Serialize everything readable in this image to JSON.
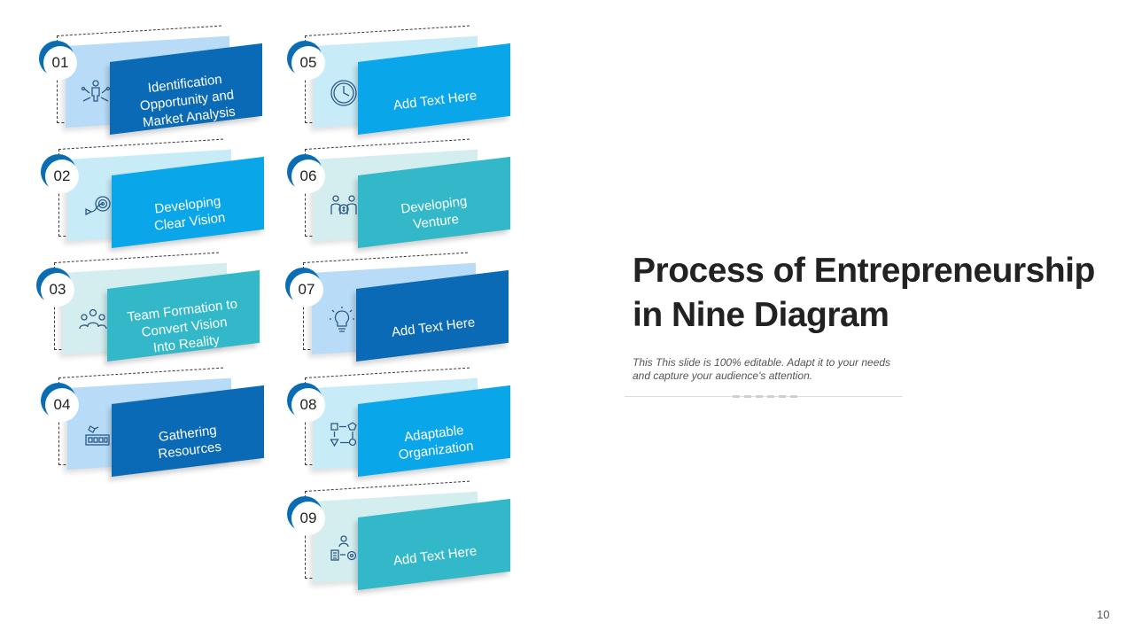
{
  "slide": {
    "title_line1": "Process of Entrepreneurship",
    "title_line2": "in Nine Diagram",
    "subtitle_line1": "This This slide is 100% editable. Adapt it to your needs",
    "subtitle_line2": "and capture your audience's attention.",
    "page_number": "10"
  },
  "colors": {
    "dark_blue": "#0b6ab5",
    "bright_blue": "#0aa6ea",
    "teal": "#33b8c9",
    "light_blue": "#b8dcf8",
    "light_cyan": "#c8ecf7",
    "light_teal": "#d4eef0",
    "badge_arc": "#0a6db4"
  },
  "steps": [
    {
      "number": "01",
      "lines": [
        "Identification",
        "Opportunity and",
        "Market Analysis"
      ],
      "icon": "person-network-icon",
      "front_color": "#0b6ab5",
      "back_color": "#b8dcf8"
    },
    {
      "number": "02",
      "lines": [
        "Developing",
        "Clear Vision"
      ],
      "icon": "target-vision-icon",
      "front_color": "#0aa6ea",
      "back_color": "#c8ecf7"
    },
    {
      "number": "03",
      "lines": [
        "Team Formation to",
        "Convert Vision",
        "Into Reality"
      ],
      "icon": "team-icon",
      "front_color": "#33b8c9",
      "back_color": "#d4eef0"
    },
    {
      "number": "04",
      "lines": [
        "Gathering",
        "Resources"
      ],
      "icon": "resources-icon",
      "front_color": "#0b6ab5",
      "back_color": "#b8dcf8"
    },
    {
      "number": "05",
      "lines": [
        "Add Text Here"
      ],
      "icon": "clock-icon",
      "front_color": "#0aa6ea",
      "back_color": "#c8ecf7"
    },
    {
      "number": "06",
      "lines": [
        "Developing",
        "Venture"
      ],
      "icon": "investors-icon",
      "front_color": "#33b8c9",
      "back_color": "#d4eef0"
    },
    {
      "number": "07",
      "lines": [
        "Add Text Here"
      ],
      "icon": "lightbulb-icon",
      "front_color": "#0b6ab5",
      "back_color": "#b8dcf8"
    },
    {
      "number": "08",
      "lines": [
        "Adaptable",
        "Organization"
      ],
      "icon": "flow-shapes-icon",
      "front_color": "#0aa6ea",
      "back_color": "#c8ecf7"
    },
    {
      "number": "09",
      "lines": [
        "Add Text Here"
      ],
      "icon": "manager-gear-icon",
      "front_color": "#33b8c9",
      "back_color": "#d4eef0"
    }
  ]
}
